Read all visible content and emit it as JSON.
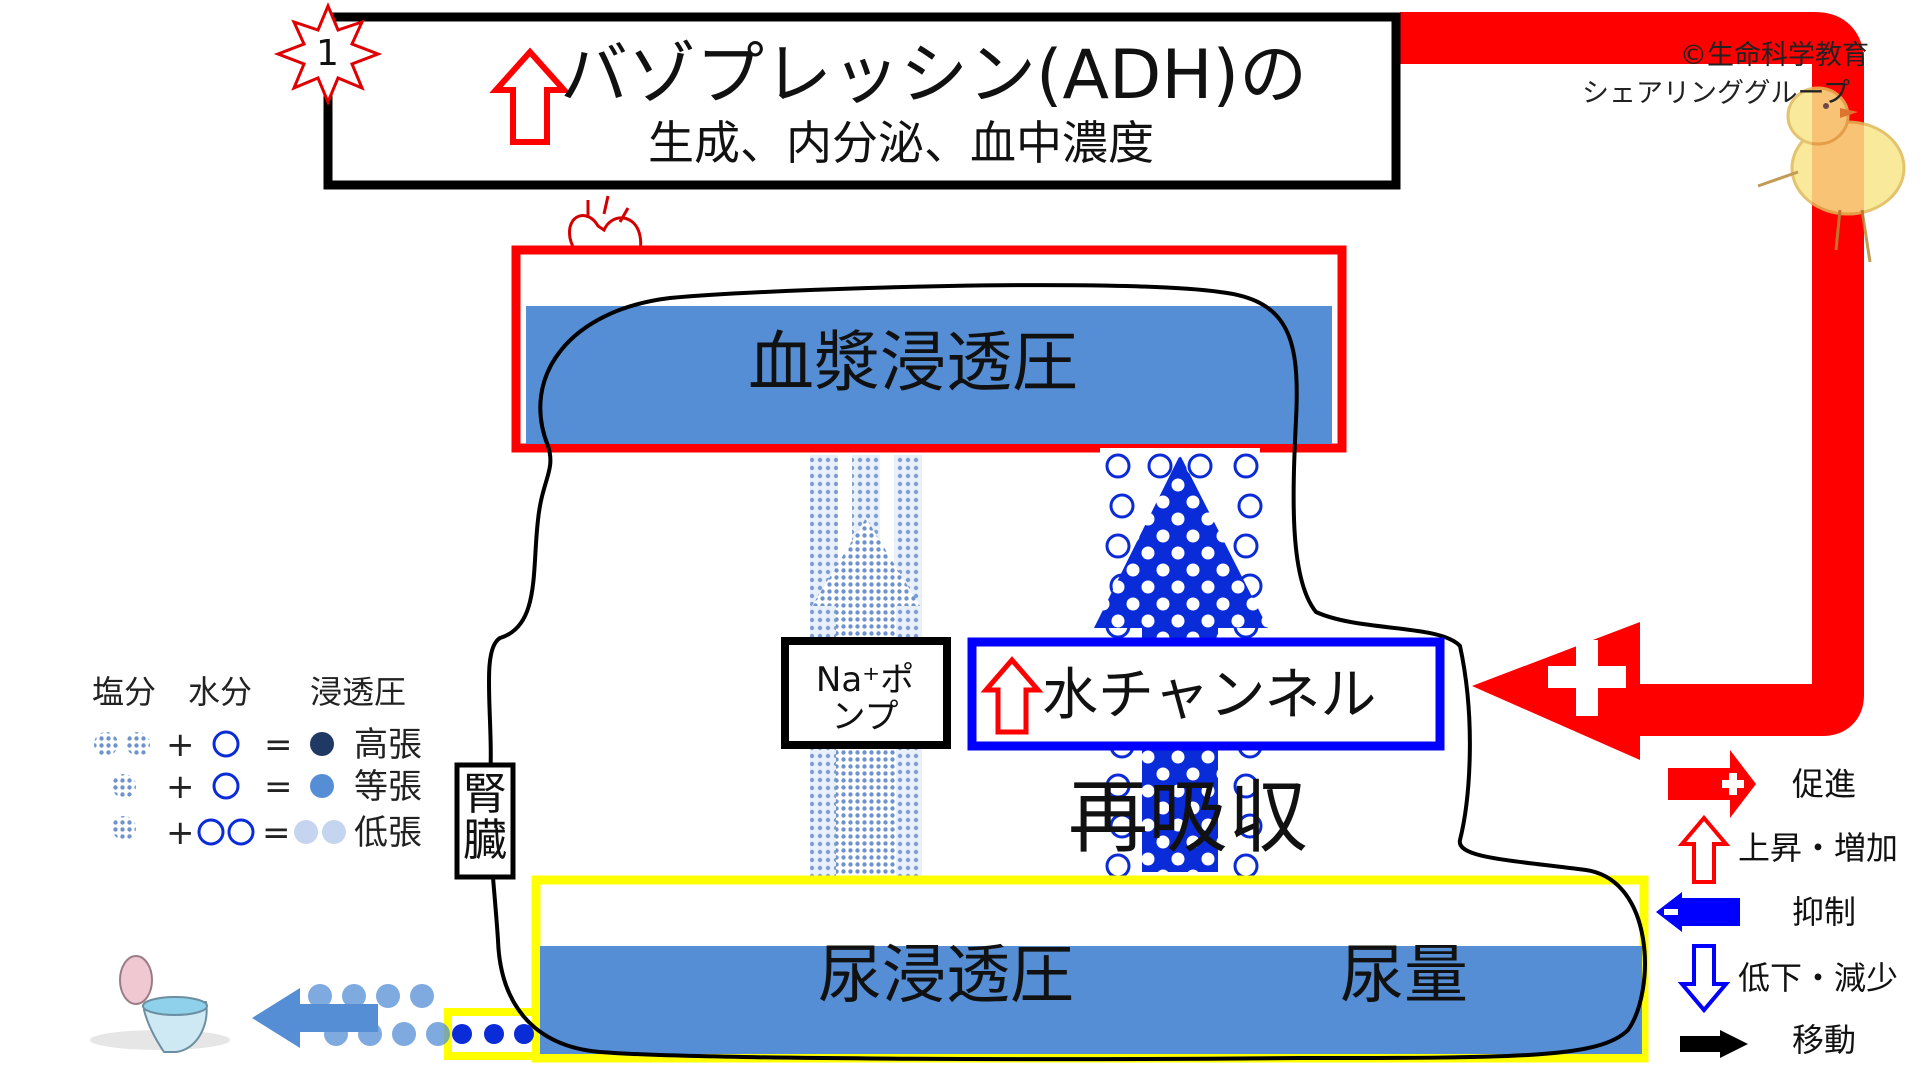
{
  "title": {
    "badge_number": "1",
    "line1": "バゾプレッシン(ADH)の",
    "line2": "生成、内分泌、血中濃度"
  },
  "copyright": {
    "line1": "©生命科学教育",
    "line2": "シェアリンググループ"
  },
  "labels": {
    "plasma_osmolality": "血漿浸透圧",
    "urine_osmolality": "尿浸透圧",
    "urine_volume": "尿量",
    "reabsorption": "再吸収",
    "na_pump": "Na⁺ポンプ",
    "water_channel": "水チャンネル",
    "kidney": "腎臓"
  },
  "legend": {
    "headers": [
      "塩分",
      "水分",
      "浸透圧"
    ],
    "plus": "+",
    "equals": "=",
    "rows": [
      {
        "state": "高張"
      },
      {
        "state": "等張"
      },
      {
        "state": "低張"
      }
    ]
  },
  "key": {
    "promote": "促進",
    "increase": "上昇・増加",
    "inhibit": "抑制",
    "decrease": "低下・減少",
    "move": "移動"
  },
  "colors": {
    "accent_red": "#ff0000",
    "plasma_blue": "#558ed5",
    "channel_blue": "#0000ff",
    "frame_yellow": "#ffff00",
    "hypertonic": "#1f3864",
    "isotonic": "#558ed5",
    "hypotonic": "#c5d5f0"
  },
  "icons": [
    "heart-icon",
    "toilet-icon",
    "chick-illustration",
    "starburst-icon"
  ]
}
